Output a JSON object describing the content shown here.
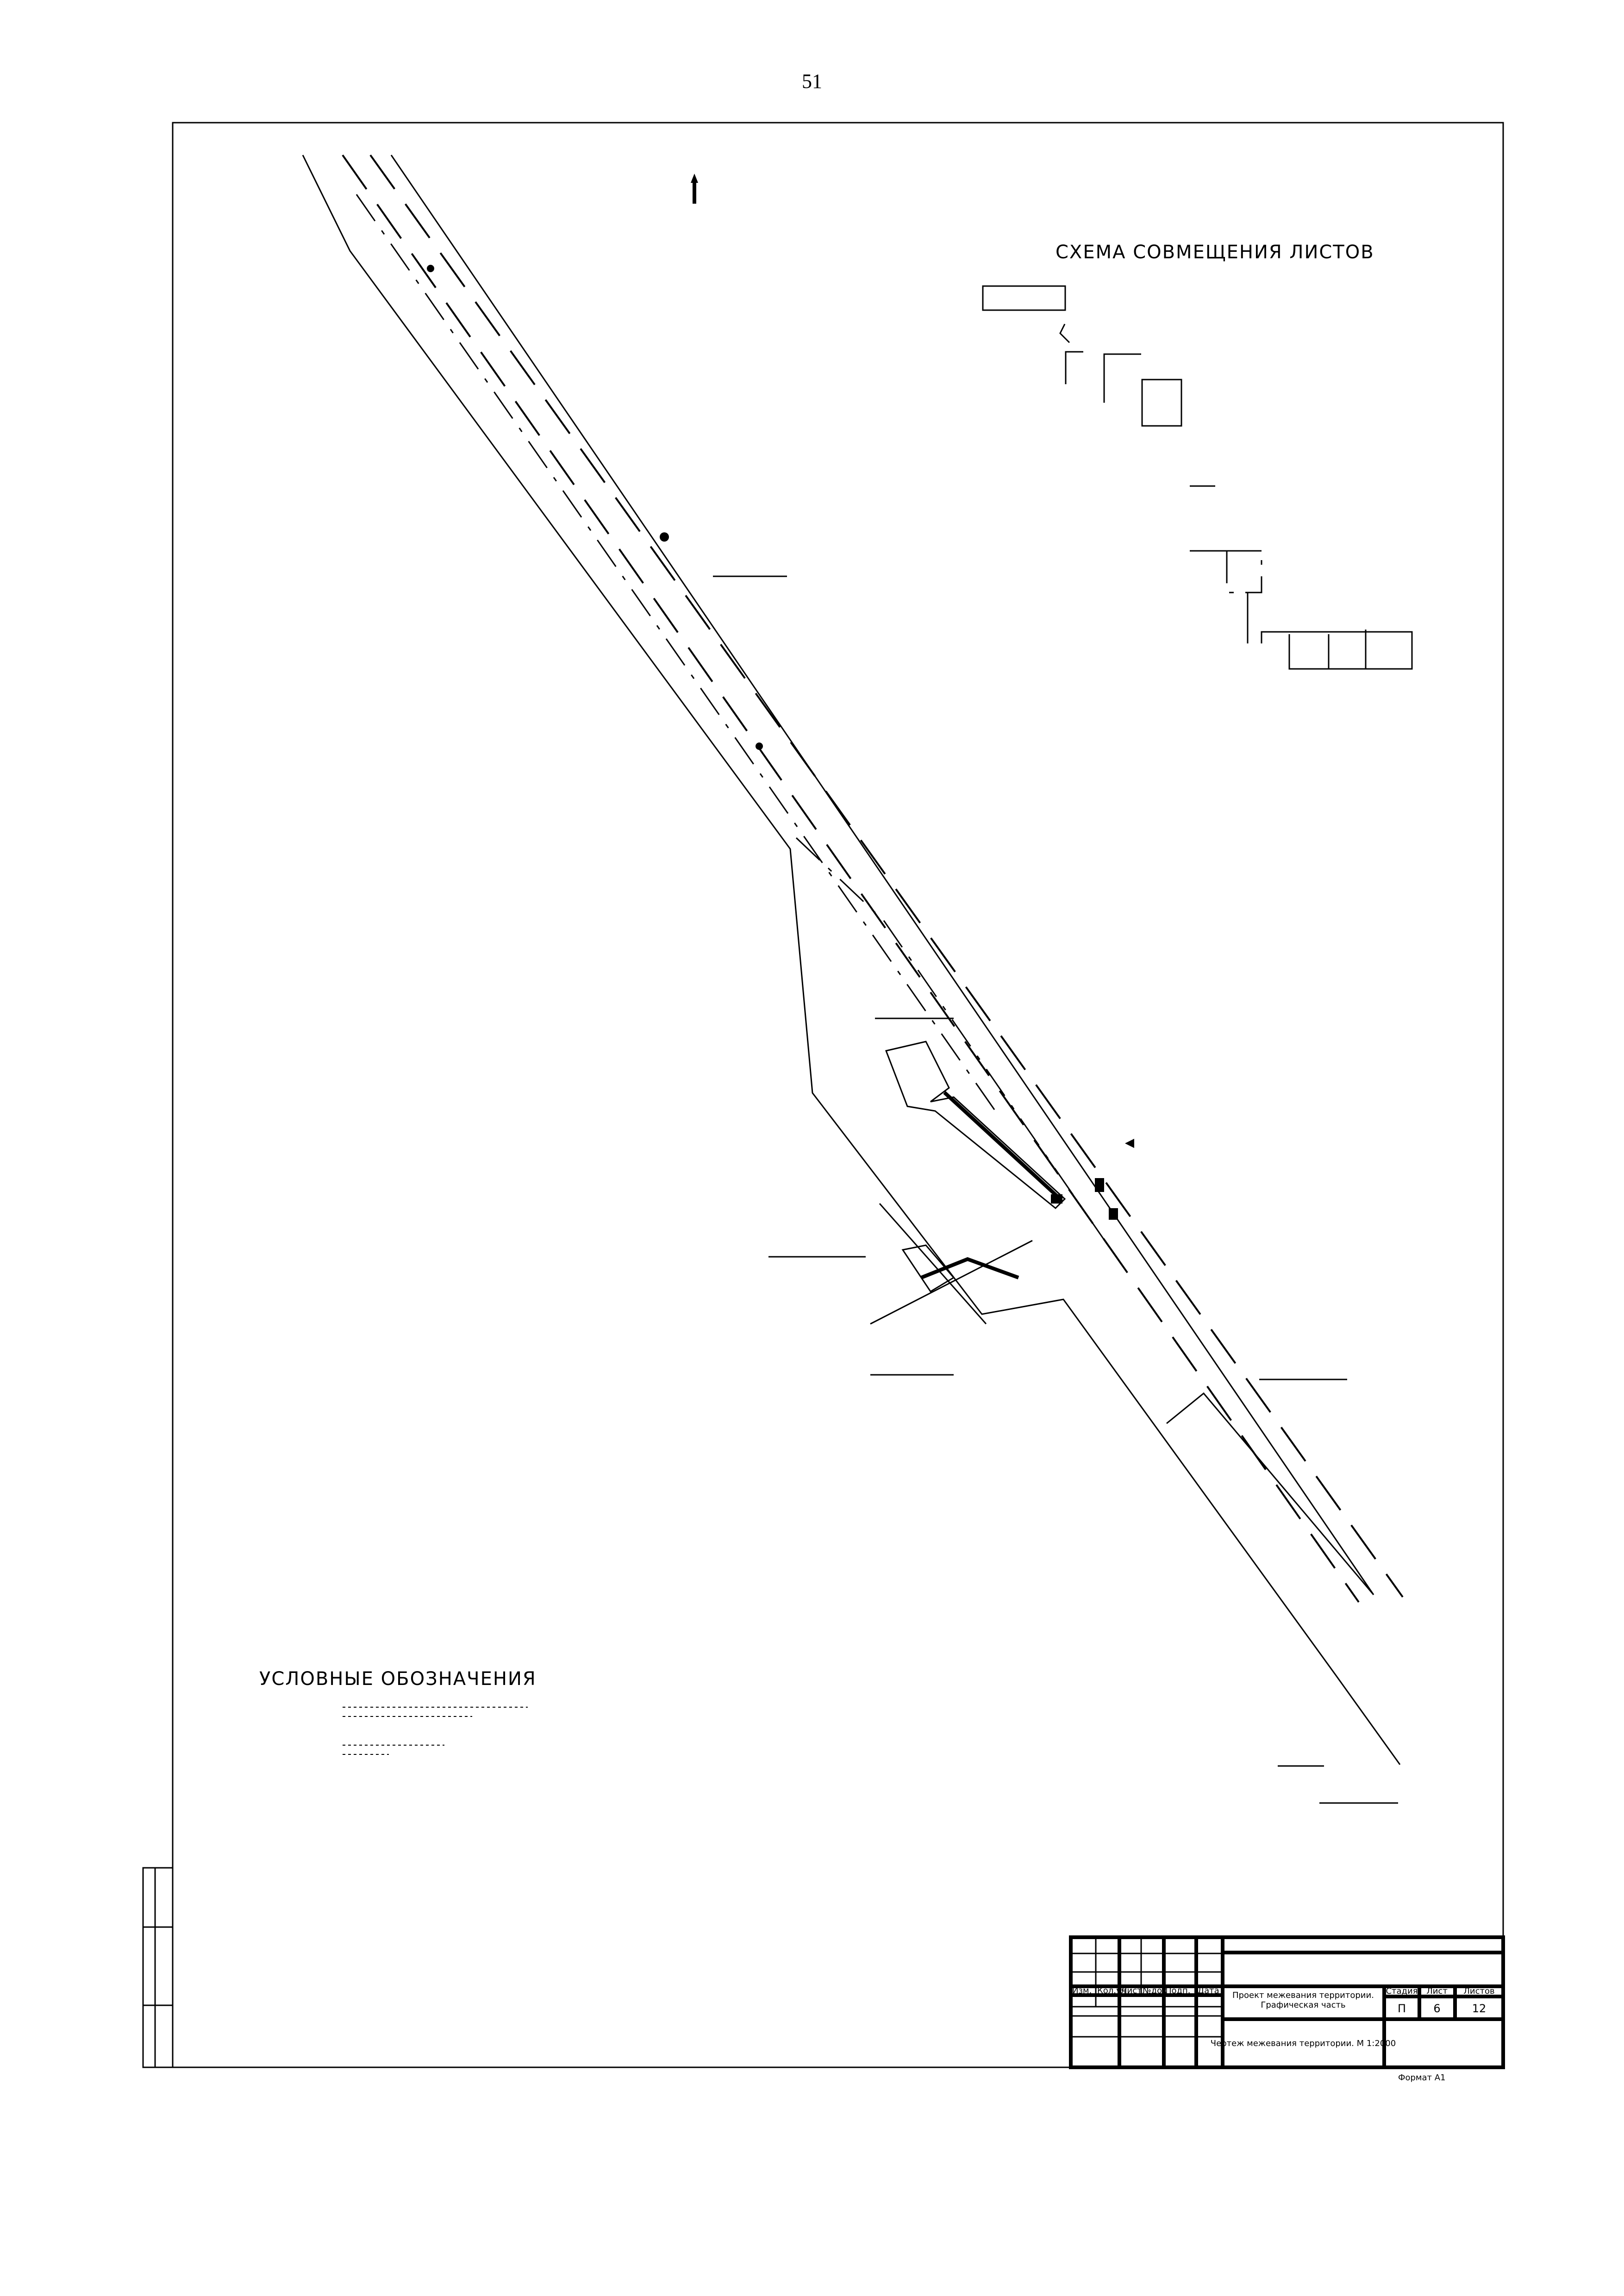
{
  "page_number": "51",
  "overview": {
    "title": "СХЕМА СОВМЕЩЕНИЯ ЛИСТОВ"
  },
  "legend": {
    "title": "УСЛОВНЫЕ ОБОЗНАЧЕНИЯ"
  },
  "title_block": {
    "col_headers": [
      "Изм.",
      "Кол.уч",
      "Лист",
      "№док",
      "Подп.",
      "Дата"
    ],
    "document_title": "Проект межевания территории. Графическая часть",
    "drawing_title": "Чертеж межевания территории. М 1:2000",
    "stage_headers": [
      "Стадия",
      "Лист",
      "Листов"
    ],
    "stage_values": [
      "П",
      "6",
      "12"
    ],
    "format": "Формат А1"
  }
}
